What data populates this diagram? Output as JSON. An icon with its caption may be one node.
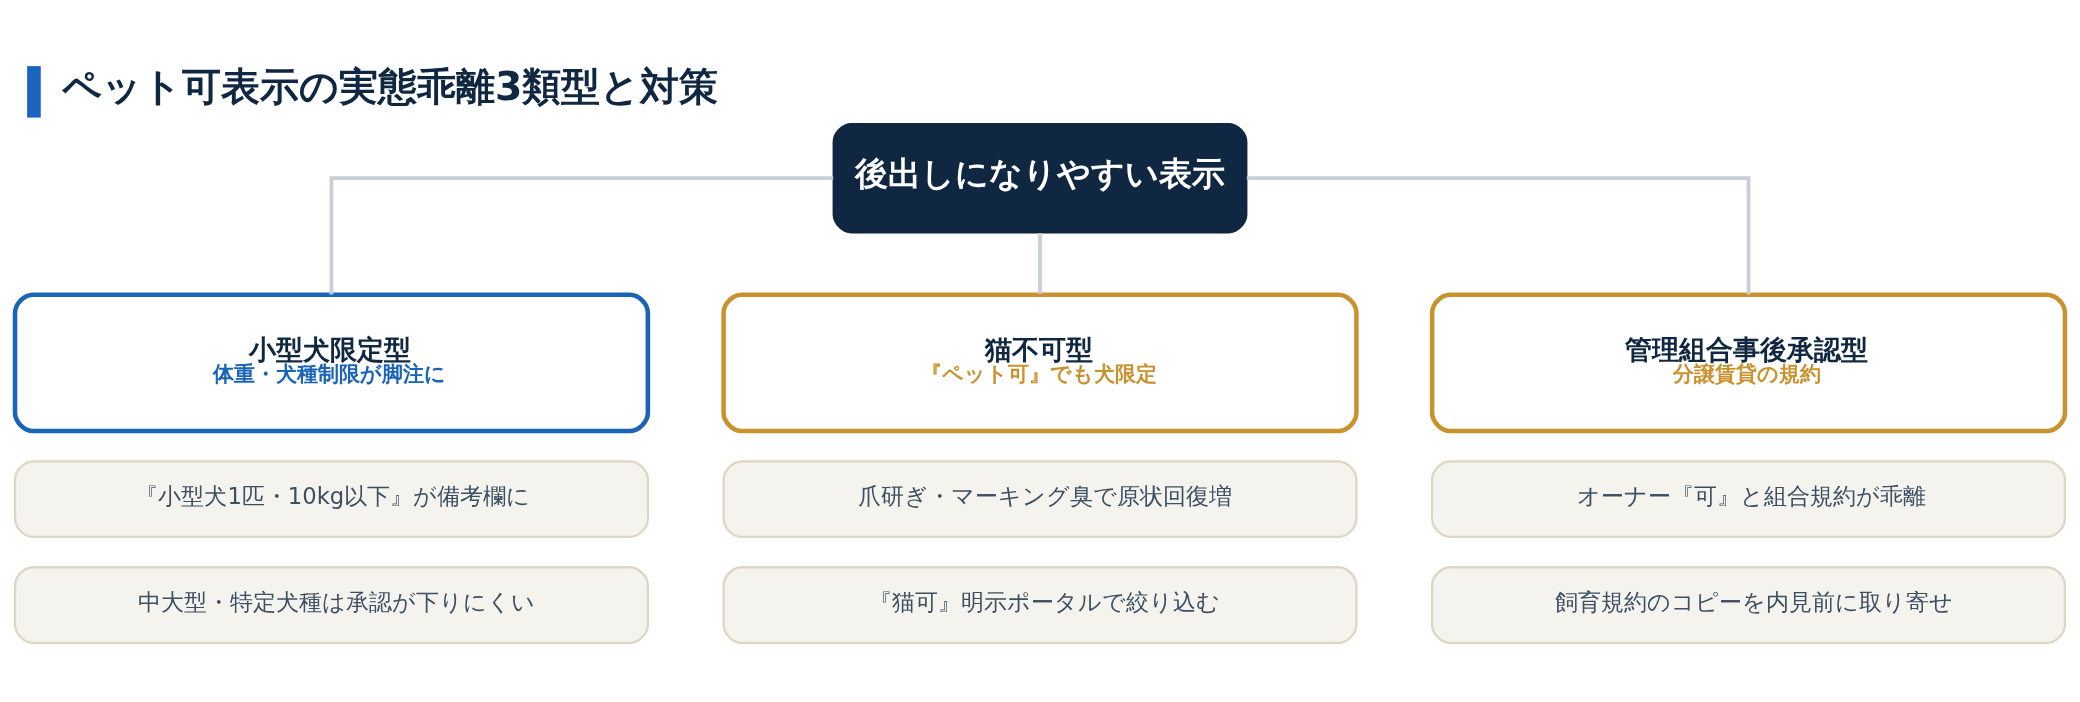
{
  "diagram": {
    "title": "ペット可表示の実態乖離3類型と対策",
    "nodes": [
      {
        "text": [
          "後出しになりやすい表示"
        ]
      },
      {
        "text": [
          "小型犬限定型",
          "体重・犬種制限が脚注に"
        ]
      },
      {
        "text": [
          "猫不可型",
          "『ペット可』でも犬限定"
        ]
      },
      {
        "text": [
          "管理組合事後承認型",
          "分譲賃貸の規約"
        ]
      },
      {
        "text": [
          "『小型犬1匹・10kg以下』が備考欄に"
        ]
      },
      {
        "text": [
          "爪研ぎ・マーキング臭で原状回復増"
        ]
      },
      {
        "text": [
          "オーナー『可』と組合規約が乖離"
        ]
      },
      {
        "text": [
          "中大型・特定犬種は承認が下りにくい"
        ]
      },
      {
        "text": [
          "『猫可』明示ポータルで絞り込む"
        ]
      },
      {
        "text": [
          "飼育規約のコピーを内見前に取り寄せ"
        ]
      }
    ],
    "edges": [
      {
        "from": 0,
        "to": 1,
        "arrow": "none"
      },
      {
        "from": 0,
        "to": 2,
        "arrow": "none"
      },
      {
        "from": 0,
        "to": 3,
        "arrow": "none"
      }
    ]
  }
}
